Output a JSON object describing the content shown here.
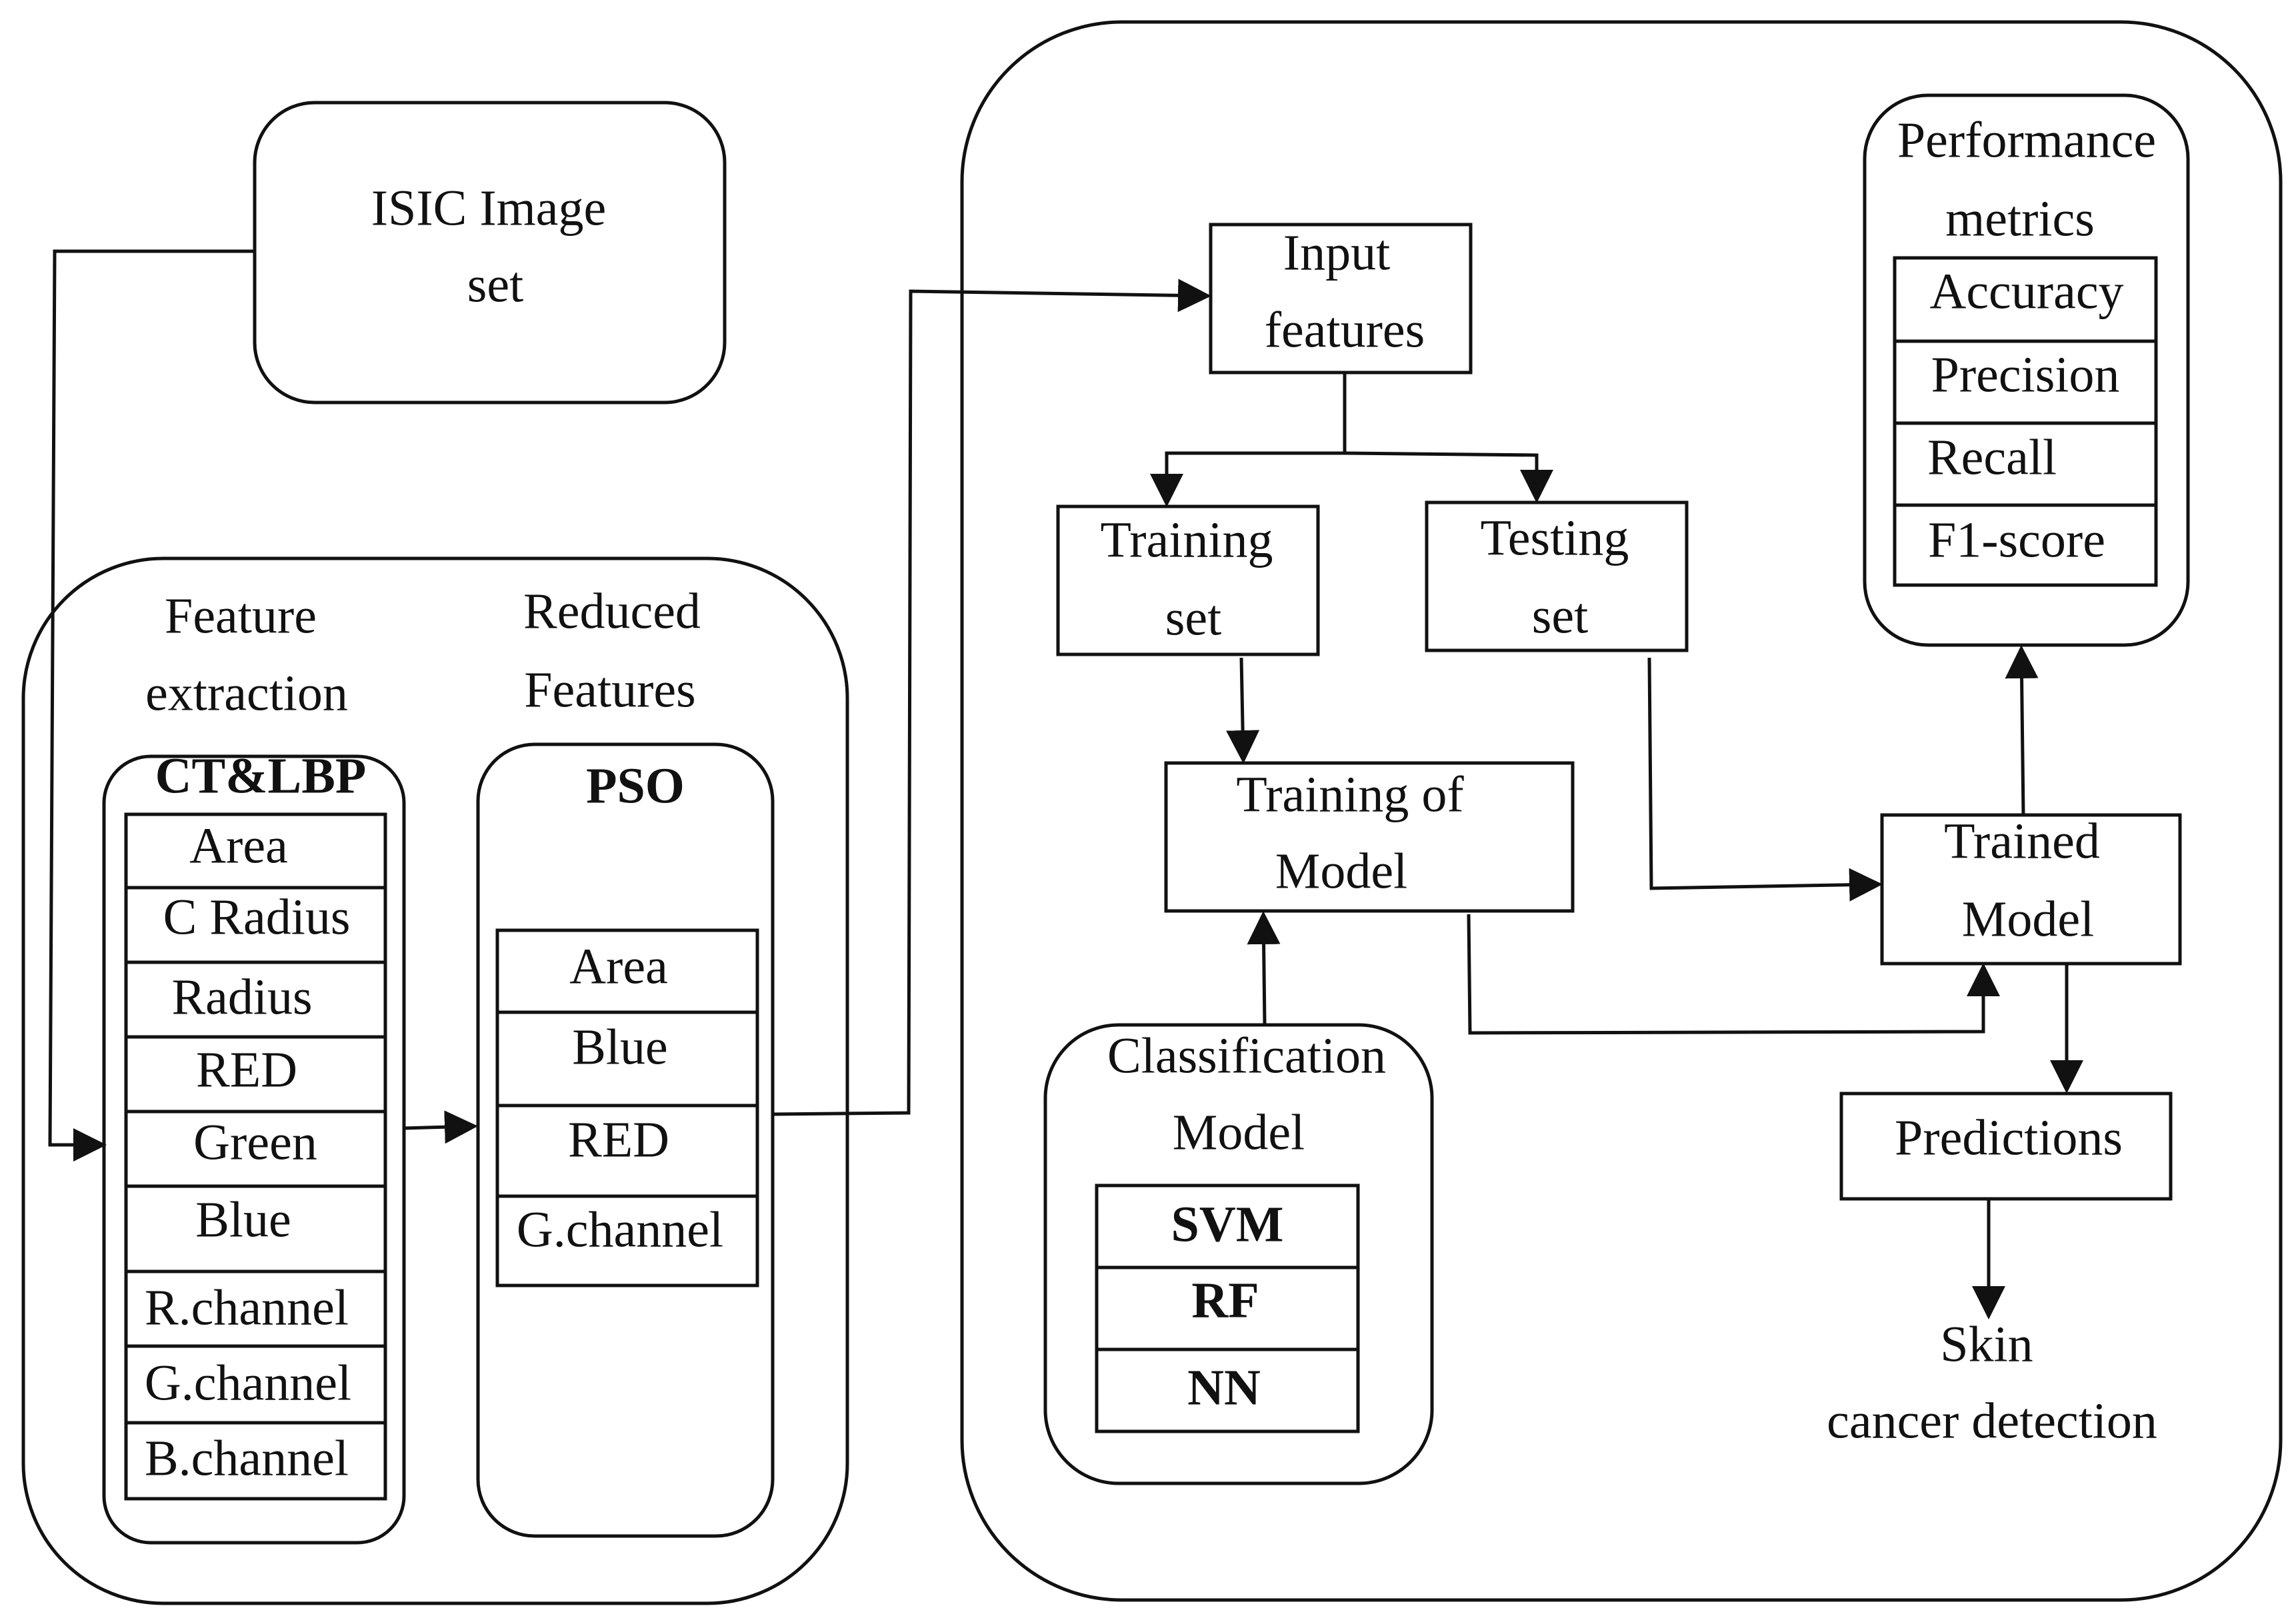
{
  "isic": {
    "line1": "ISIC Image",
    "line2": "set"
  },
  "feature_extraction": {
    "title1": "Feature",
    "title2": "extraction",
    "method": "CT&LBP",
    "items": [
      "Area",
      "C Radius",
      "Radius",
      "RED",
      "Green",
      "Blue",
      "R.channel",
      "G.channel",
      "B.channel"
    ]
  },
  "reduced_features": {
    "title1": "Reduced",
    "title2": "Features",
    "method": "PSO",
    "items": [
      "Area",
      "Blue",
      "RED",
      "G.channel"
    ]
  },
  "input_features": {
    "line1": "Input",
    "line2": "features"
  },
  "training_set": {
    "line1": "Training",
    "line2": "set"
  },
  "testing_set": {
    "line1": "Testing",
    "line2": "set"
  },
  "training_of_model": {
    "line1": "Training of",
    "line2": "Model"
  },
  "classification_model": {
    "title1": "Classification",
    "title2": "Model",
    "items": [
      "SVM",
      "RF",
      "NN"
    ]
  },
  "trained_model": {
    "line1": "Trained",
    "line2": "Model"
  },
  "performance_metrics": {
    "title1": "Performance",
    "title2": "metrics",
    "items": [
      "Accuracy",
      "Precision",
      "Recall",
      "F1-score"
    ]
  },
  "predictions": {
    "label": "Predictions"
  },
  "skin_cancer": {
    "line1": "Skin",
    "line2": "cancer detection"
  }
}
